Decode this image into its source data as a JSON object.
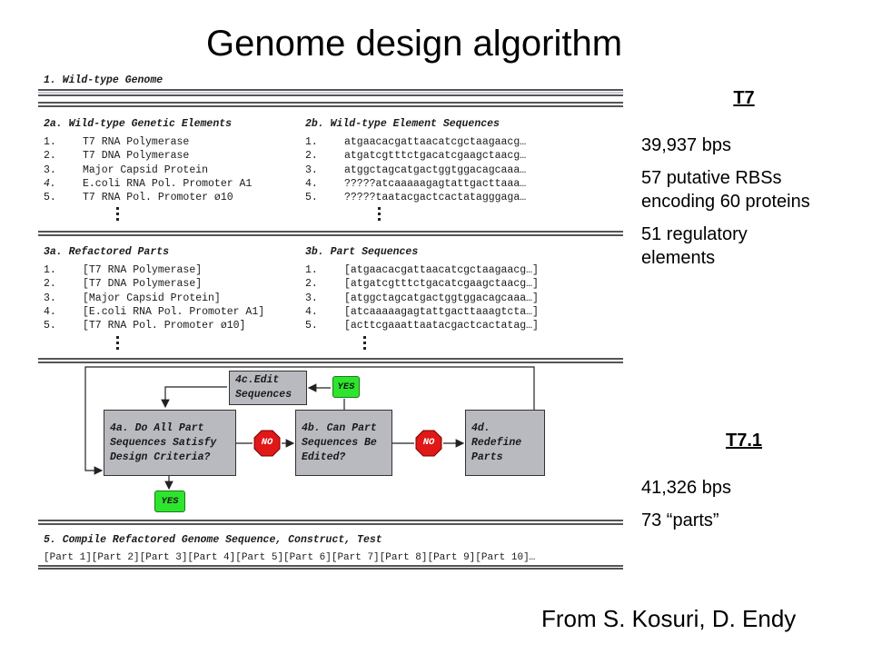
{
  "title": "Genome design algorithm",
  "diagram": {
    "step1": "1. Wild-type Genome",
    "step2a": {
      "header": "2a. Wild-type Genetic Elements",
      "items": [
        {
          "num": "1.",
          "text": "T7 RNA Polymerase"
        },
        {
          "num": "2.",
          "text": "T7 DNA Polymerase"
        },
        {
          "num": "3.",
          "text": "Major Capsid Protein"
        },
        {
          "num": "4.",
          "text": "E.coli RNA Pol. Promoter A1"
        },
        {
          "num": "5.",
          "text": "T7 RNA Pol. Promoter ø10"
        }
      ]
    },
    "step2b": {
      "header": "2b. Wild-type Element Sequences",
      "items": [
        {
          "num": "1.",
          "text": "atgaacacgattaacatcgctaagaacg…"
        },
        {
          "num": "2.",
          "text": "atgatcgtttctgacatcgaagctaacg…"
        },
        {
          "num": "3.",
          "text": "atggctagcatgactggtggacagcaaa…"
        },
        {
          "num": "4.",
          "text": "?????atcaaaaagagtattgacttaaa…"
        },
        {
          "num": "5.",
          "text": "?????taatacgactcactatagggaga…"
        }
      ]
    },
    "step3a": {
      "header": "3a. Refactored Parts",
      "items": [
        {
          "num": "1.",
          "text": "[T7 RNA Polymerase]"
        },
        {
          "num": "2.",
          "text": "[T7 DNA Polymerase]"
        },
        {
          "num": "3.",
          "text": "[Major Capsid Protein]"
        },
        {
          "num": "4.",
          "text": "[E.coli RNA Pol. Promoter A1]"
        },
        {
          "num": "5.",
          "text": "[T7 RNA Pol. Promoter ø10]"
        }
      ]
    },
    "step3b": {
      "header": "3b. Part Sequences",
      "items": [
        {
          "num": "1.",
          "text": "[atgaacacgattaacatcgctaagaacg…]"
        },
        {
          "num": "2.",
          "text": "[atgatcgtttctgacatcgaagctaacg…]"
        },
        {
          "num": "3.",
          "text": "[atggctagcatgactggtggacagcaaa…]"
        },
        {
          "num": "4.",
          "text": "[atcaaaaagagtattgacttaaagtcta…]"
        },
        {
          "num": "5.",
          "text": "[acttcgaaattaatacgactcactatag…]"
        }
      ]
    },
    "flow": {
      "box4a": [
        "4a. Do All Part",
        "Sequences Satisfy",
        "Design Criteria?"
      ],
      "box4b": [
        "4b. Can Part",
        "Sequences Be",
        "Edited?"
      ],
      "box4c": [
        "4c.Edit",
        "Sequences"
      ],
      "box4d": [
        "4d.",
        "Redefine",
        "Parts"
      ],
      "yes": "YES",
      "no": "NO"
    },
    "step5": {
      "header": "5. Compile Refactored Genome Sequence, Construct, Test",
      "parts": "[Part 1][Part 2][Part 3][Part 4][Part 5][Part 6][Part 7][Part 8][Part 9][Part 10]…"
    }
  },
  "stats": {
    "t7": {
      "heading": "T7",
      "lines": [
        "39,937 bps",
        "57 putative RBSs encoding 60 proteins",
        "51 regulatory elements"
      ]
    },
    "t71": {
      "heading": "T7.1",
      "lines": [
        "41,326 bps",
        "73 “parts”"
      ]
    }
  },
  "credit": "From S. Kosuri, D. Endy",
  "colors": {
    "box": "#b9bac0",
    "yes": "#2ee52e",
    "stop": "#e01818"
  }
}
